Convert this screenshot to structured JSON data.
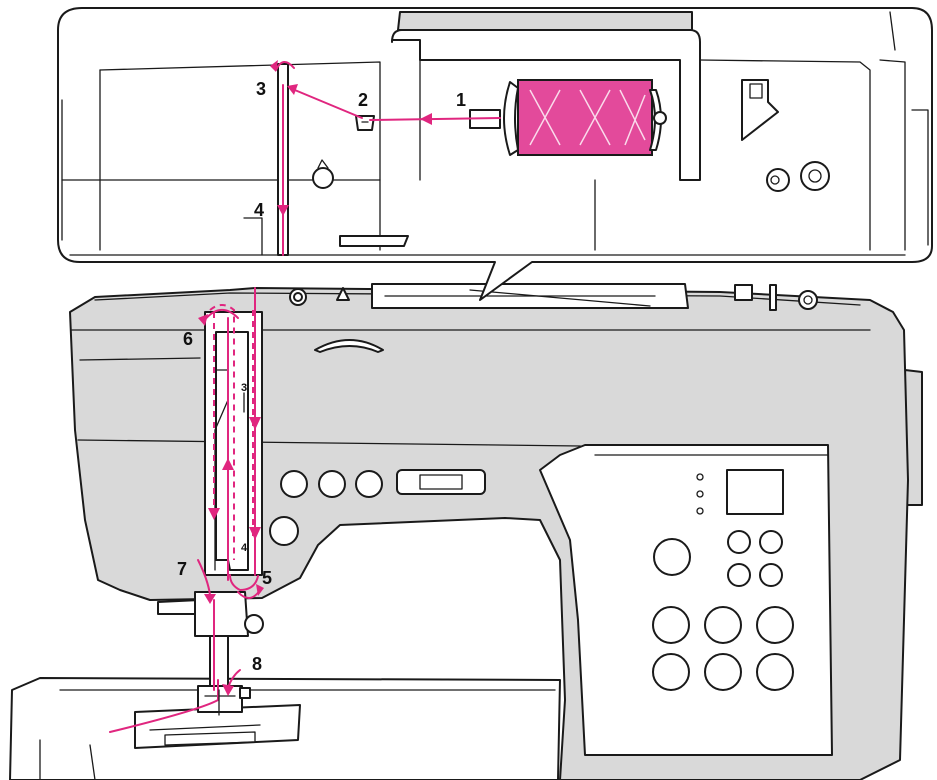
{
  "diagram": {
    "step_labels": [
      "1",
      "2",
      "3",
      "4",
      "5",
      "6",
      "7",
      "8"
    ],
    "guide_markings": [
      "3",
      "4"
    ],
    "colors": {
      "thread": "#e0267f",
      "machine_body": "#d9d9d9",
      "outline": "#1a1a1a",
      "background": "#ffffff"
    },
    "icons": [
      "thread-spool-icon",
      "thread-guide-icon",
      "take-up-lever-icon",
      "needle-icon",
      "presser-foot-icon"
    ]
  }
}
